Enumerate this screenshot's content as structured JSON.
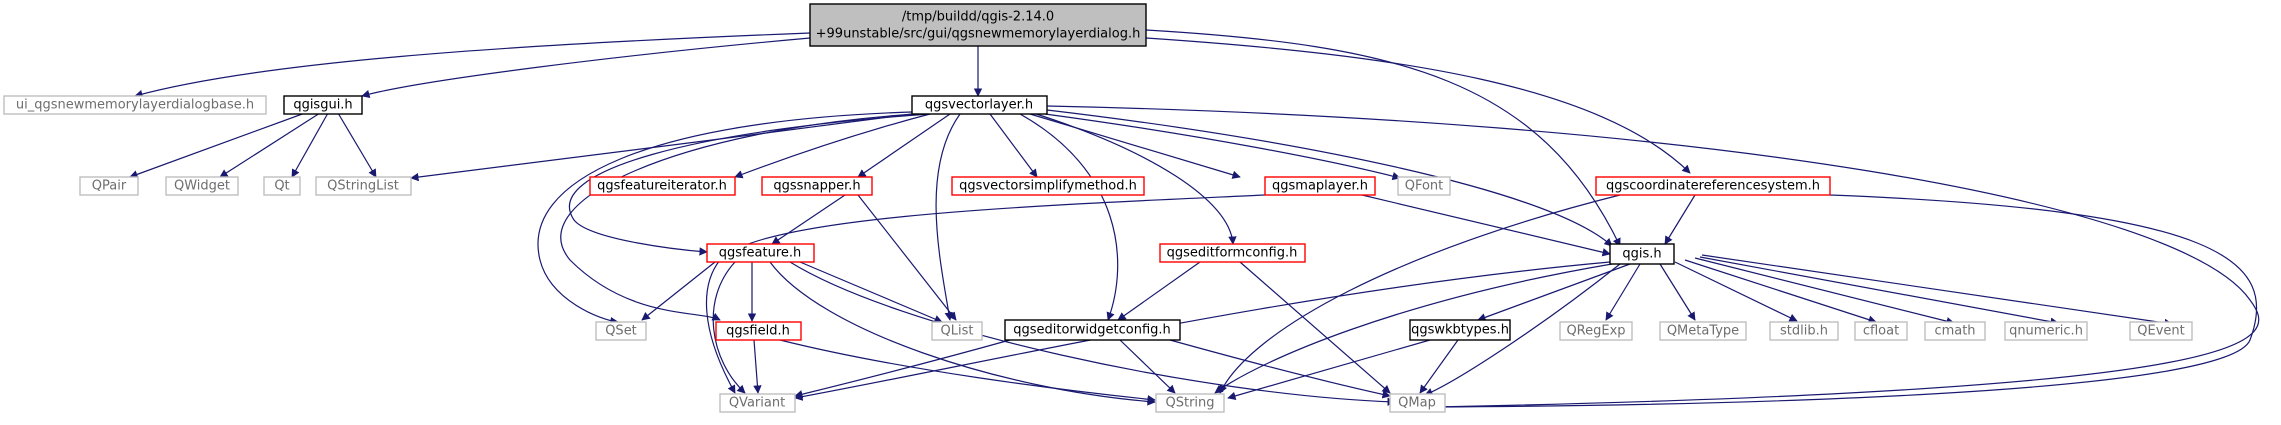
{
  "diagram": {
    "root": {
      "line1": "/tmp/buildd/qgis-2.14.0",
      "line2": "+99unstable/src/gui/qgsnewmemorylayerdialog.h"
    },
    "nodes": {
      "ui_base": "ui_qgsnewmemorylayerdialogbase.h",
      "qgisgui": "qgisgui.h",
      "qgsvectorlayer": "qgsvectorlayer.h",
      "qgscrs": "qgscoordinatereferencesystem.h",
      "qpair": "QPair",
      "qwidget": "QWidget",
      "qt": "Qt",
      "qstringlist": "QStringList",
      "qgsfeatureiterator": "qgsfeatureiterator.h",
      "qgssnapper": "qgssnapper.h",
      "qgsvectorsimplifymethod": "qgsvectorsimplifymethod.h",
      "qgsmaplayer": "qgsmaplayer.h",
      "qfont": "QFont",
      "qgsfeature": "qgsfeature.h",
      "qgseditformconfig": "qgseditformconfig.h",
      "qgis": "qgis.h",
      "qset": "QSet",
      "qgsfield": "qgsfield.h",
      "qlist": "QList",
      "qgseditorwidgetconfig": "qgseditorwidgetconfig.h",
      "qgswkbtypes": "qgswkbtypes.h",
      "qregexp": "QRegExp",
      "qmetatype": "QMetaType",
      "stdlib": "stdlib.h",
      "cfloat": "cfloat",
      "cmath": "cmath",
      "qnumeric": "qnumeric.h",
      "qevent": "QEvent",
      "qvariant": "QVariant",
      "qstring": "QString",
      "qmap": "QMap"
    },
    "colors": {
      "edge": "#191970",
      "documented_border": "#000000",
      "incomplete_border": "#ff0000",
      "external_border": "#bfbfbf",
      "root_fill": "#bfbfbf"
    }
  }
}
